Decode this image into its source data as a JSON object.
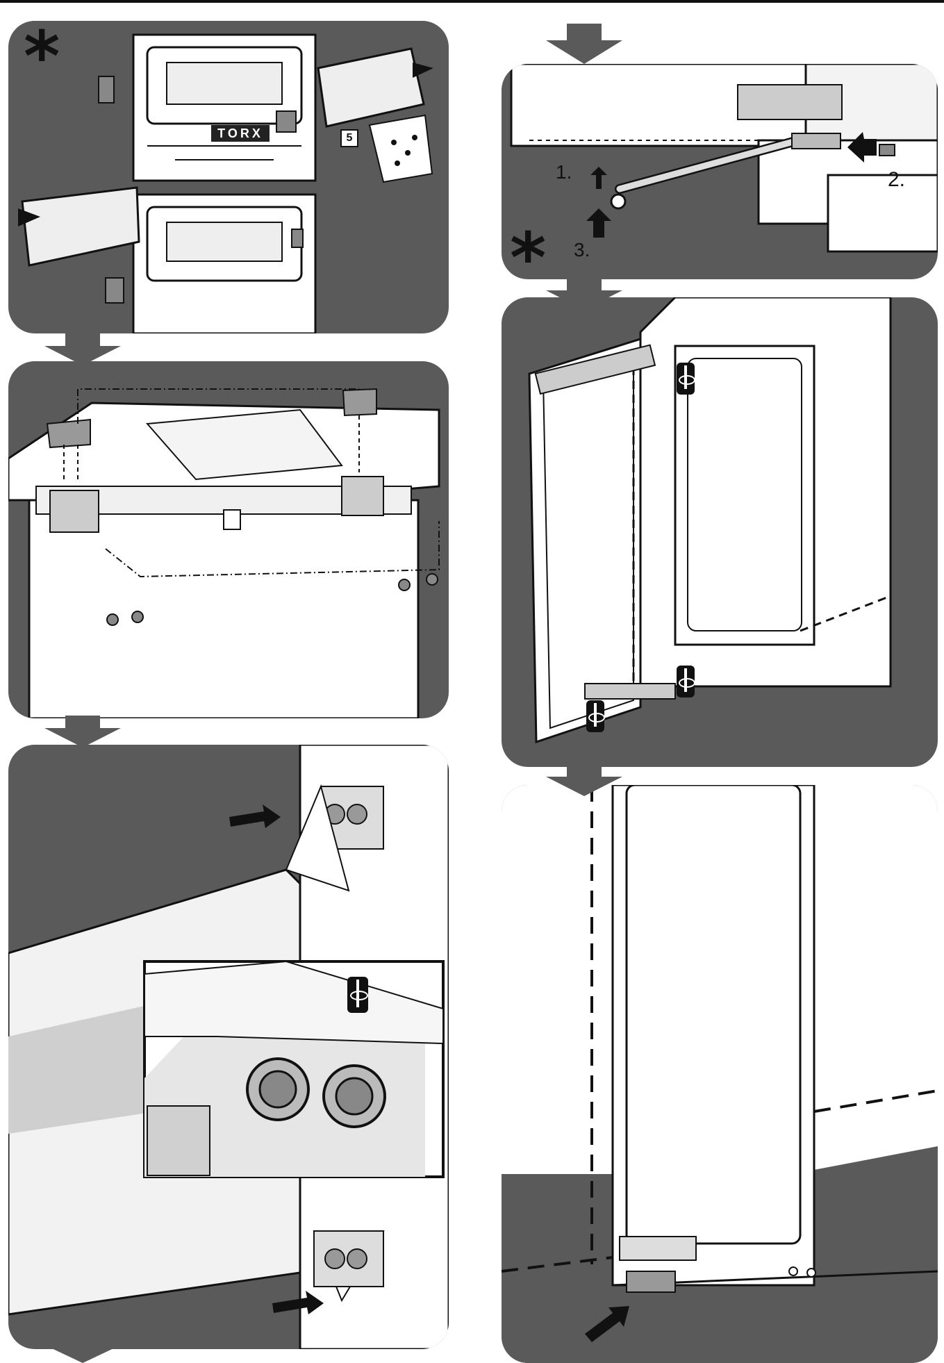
{
  "page": {
    "colors": {
      "panel": "#5a5a5a",
      "line": "#111111",
      "paper": "#ffffff",
      "part": "#9a9a9a"
    }
  },
  "panel_a": {
    "star_symbol": "*",
    "torx_label": "TORX",
    "part_number": "5"
  },
  "panel_b": {
    "step1": "1.",
    "step2": "2.",
    "step3": "3.",
    "star_symbol": "*"
  },
  "icons": {
    "screwdriver": "screwdriver-rotate-icon",
    "flow": "down-arrow-icon",
    "push": "push-arrow-icon"
  }
}
